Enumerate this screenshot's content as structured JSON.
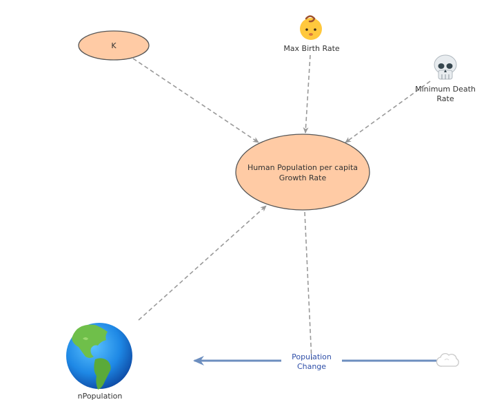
{
  "diagram": {
    "nodes": {
      "k": {
        "label": "K"
      },
      "max_birth_rate": {
        "label": "Max Birth Rate"
      },
      "min_death_rate": {
        "label_line1": "Minimum Death",
        "label_line2": "Rate"
      },
      "growth_rate": {
        "label_line1": "Human Population per capita",
        "label_line2": "Growth Rate"
      },
      "population": {
        "label": "nPopulation"
      },
      "population_change": {
        "label_line1": "Population",
        "label_line2": "Change"
      }
    },
    "icons": {
      "baby": "baby-face-emoji",
      "skull": "skull-emoji",
      "globe": "globe-americas-emoji",
      "cloud": "cloud-source-icon"
    },
    "colors": {
      "variable_fill": "#ffcba5",
      "variable_stroke": "#555555",
      "link": "#999999",
      "flow": "#6c8ebf",
      "flow_label": "#2f4fa8"
    }
  }
}
